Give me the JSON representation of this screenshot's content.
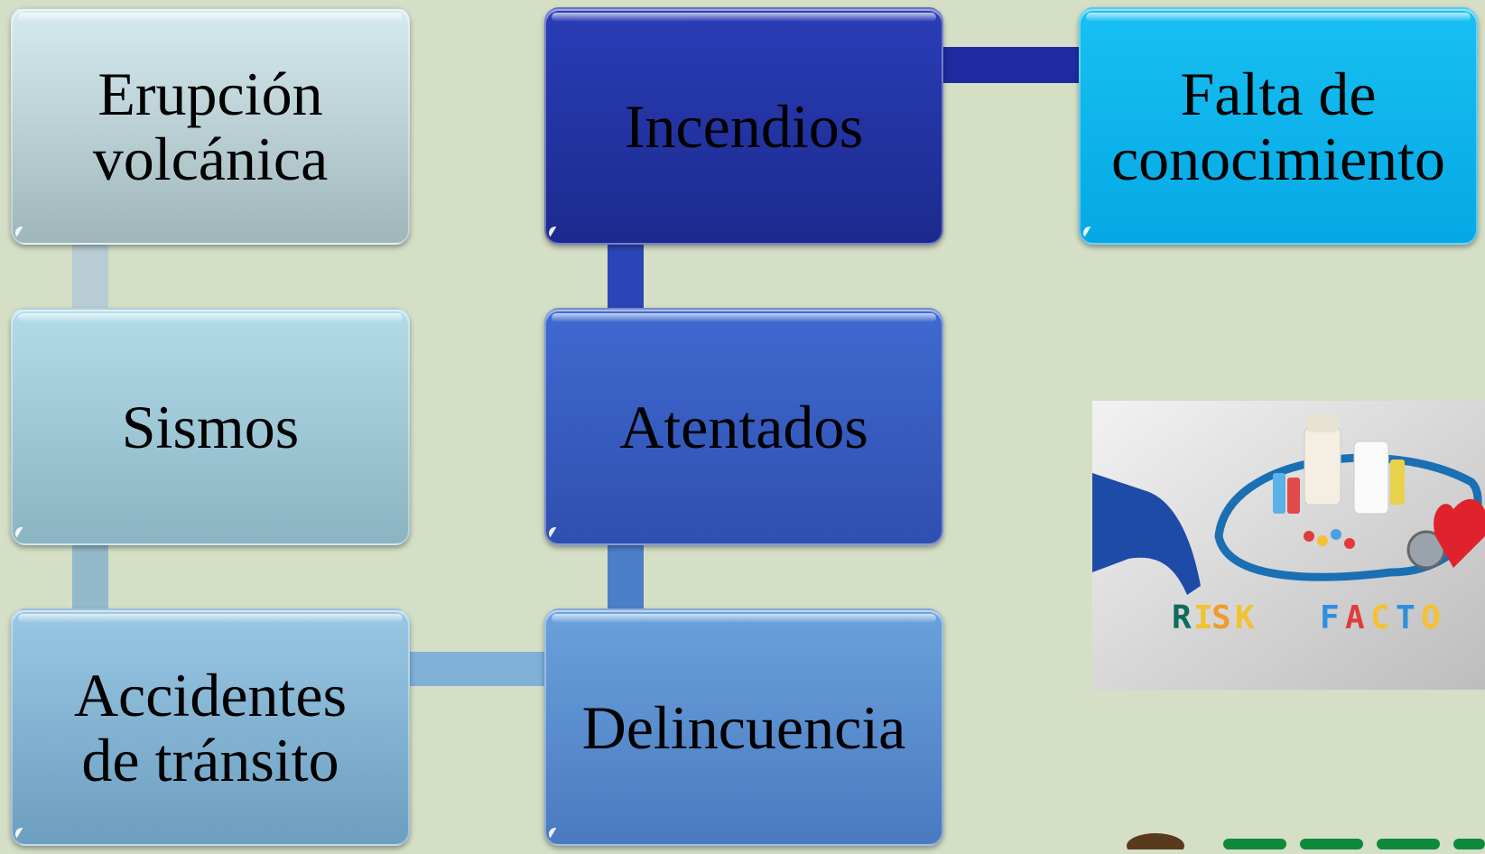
{
  "diagram": {
    "boxes": [
      {
        "id": "erupcion",
        "label": "Erupción\nvolcánica"
      },
      {
        "id": "sismos",
        "label": "Sismos"
      },
      {
        "id": "accidentes",
        "label": "Accidentes\nde tránsito"
      },
      {
        "id": "incendios",
        "label": "Incendios"
      },
      {
        "id": "atentados",
        "label": "Atentados"
      },
      {
        "id": "delincuencia",
        "label": "Delincuencia"
      },
      {
        "id": "falta",
        "label": "Falta de\nconocimiento"
      }
    ]
  },
  "photo": {
    "caption": "RISK FACTO",
    "colors": {
      "glove": "#1e4aa8",
      "heart": "#e0222d",
      "stethoscope": "#1b6fb3"
    }
  },
  "logo": {
    "colors": {
      "text": "#0e8a3a"
    }
  }
}
